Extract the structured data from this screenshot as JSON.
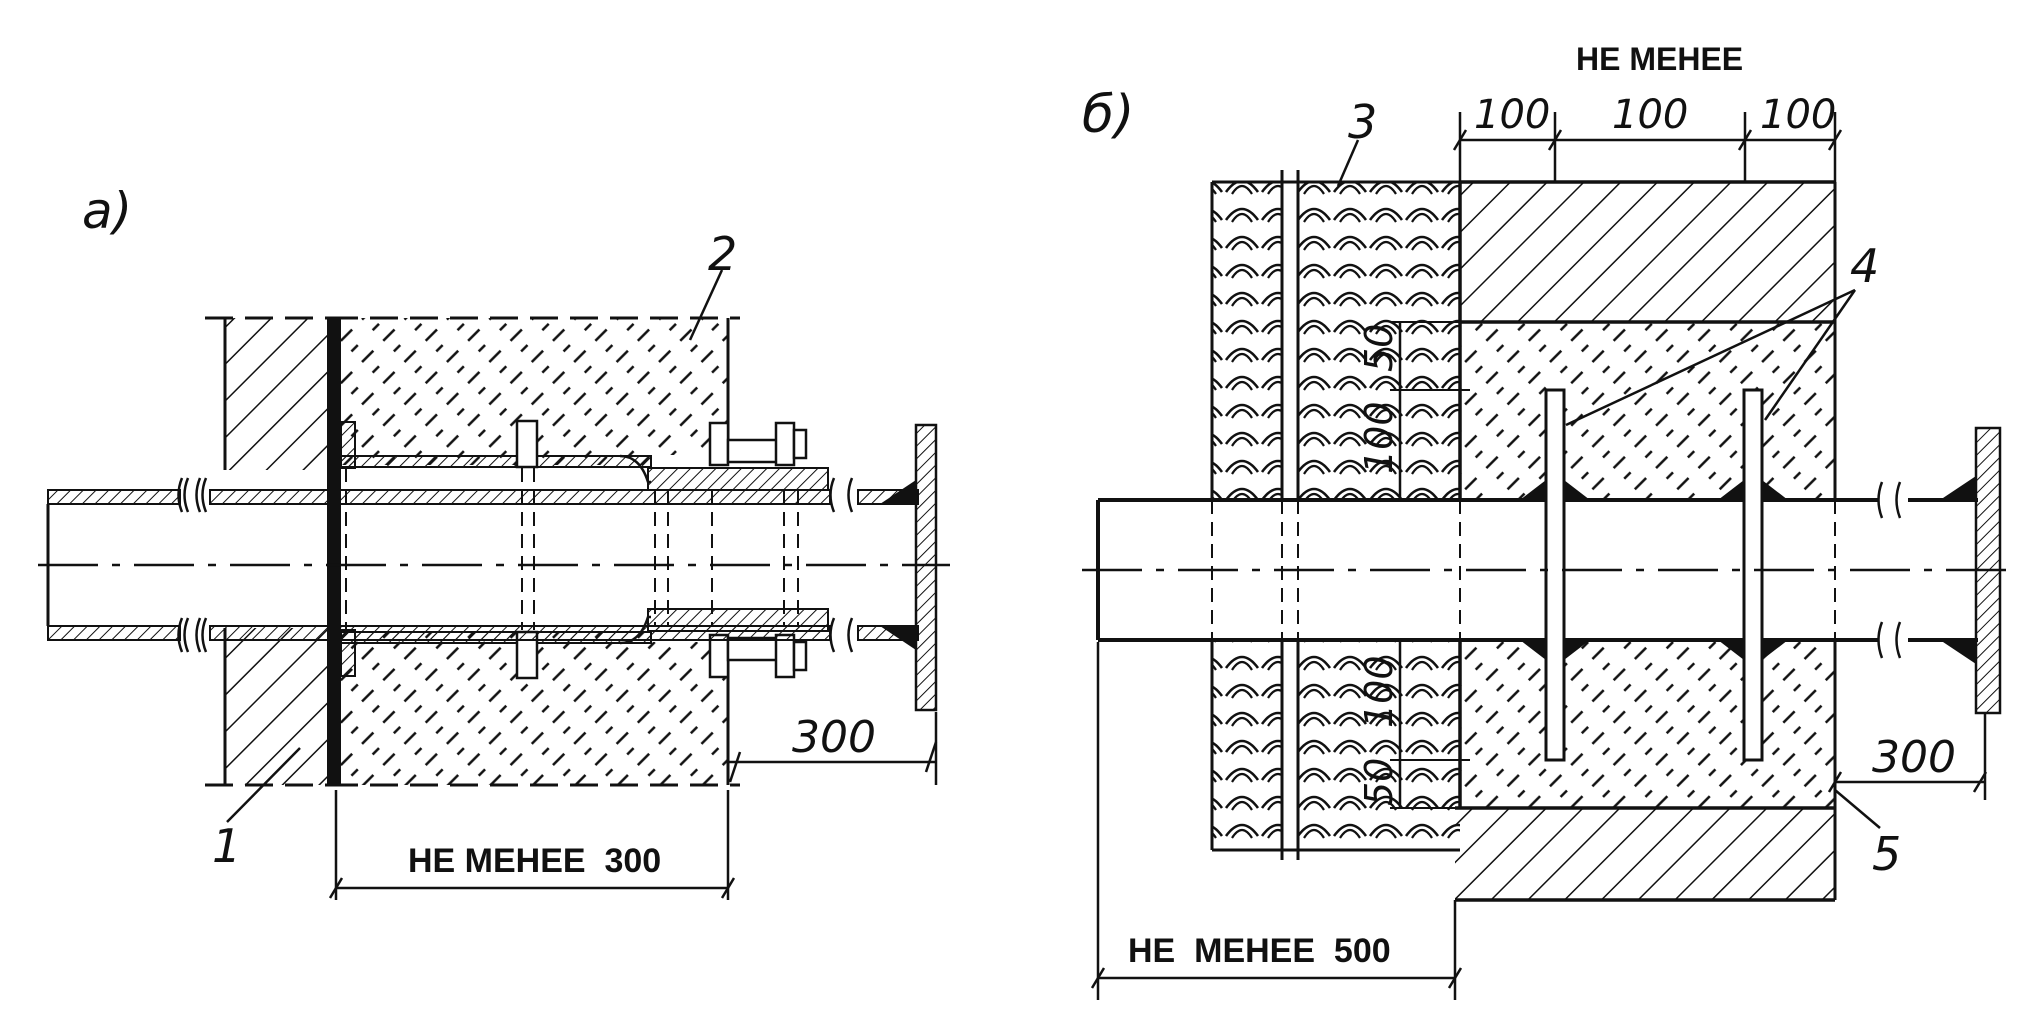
{
  "figure_a": {
    "label": "а)",
    "callouts": {
      "n1": "1",
      "n2": "2"
    },
    "dim_300": "300",
    "dim_min300": "НЕ МЕНЕЕ  300"
  },
  "figure_b": {
    "label": "б)",
    "callouts": {
      "n3": "3",
      "n4": "4",
      "n5": "5"
    },
    "dim_top_title": "НЕ МЕНЕЕ",
    "dim_top_values": [
      "100",
      "100",
      "100"
    ],
    "dim_side_values": [
      "50",
      "100",
      "100",
      "50"
    ],
    "dim_300": "300",
    "dim_min500": "НЕ  МЕНЕЕ  500"
  }
}
